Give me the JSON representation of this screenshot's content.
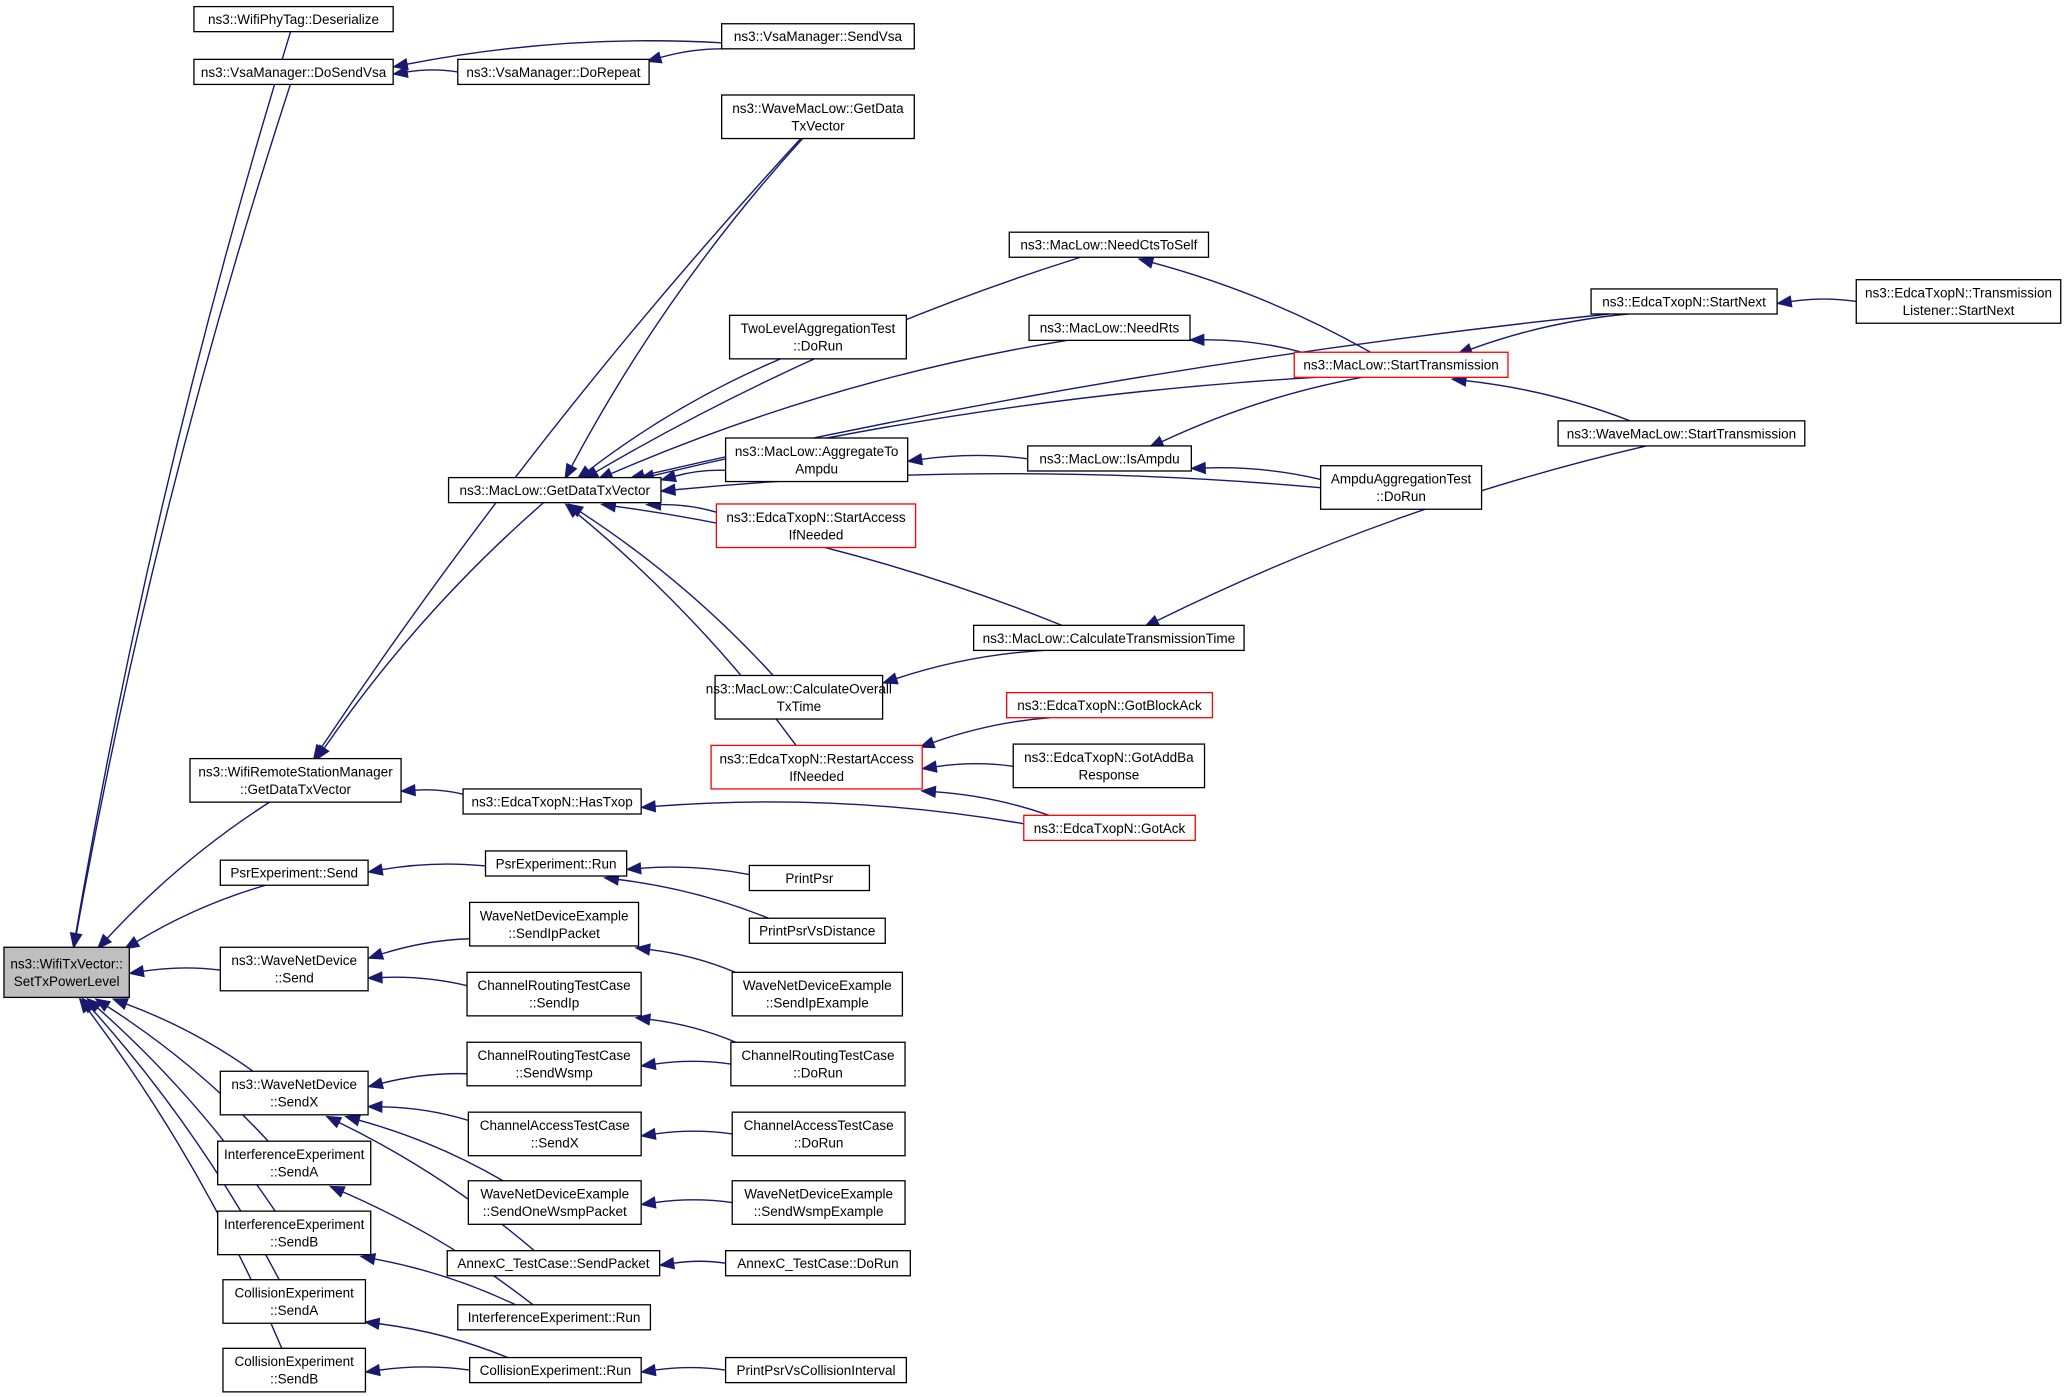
{
  "diagram": {
    "colors": {
      "edge": "#191970",
      "border": "#000000",
      "highlight_border": "#ff0000",
      "root_fill": "#bfbfbf"
    },
    "nodes": [
      {
        "id": "root",
        "lines": [
          "ns3::WifiTxVector::",
          "SetTxPowerLevel"
        ],
        "style": "root"
      },
      {
        "id": "phytag",
        "lines": [
          "ns3::WifiPhyTag::Deserialize"
        ],
        "style": "normal"
      },
      {
        "id": "dosendvsa",
        "lines": [
          "ns3::VsaManager::DoSendVsa"
        ],
        "style": "normal"
      },
      {
        "id": "sendvsa",
        "lines": [
          "ns3::VsaManager::SendVsa"
        ],
        "style": "normal"
      },
      {
        "id": "dorepeat",
        "lines": [
          "ns3::VsaManager::DoRepeat"
        ],
        "style": "normal"
      },
      {
        "id": "wavegetdata",
        "lines": [
          "ns3::WaveMacLow::GetData",
          "TxVector"
        ],
        "style": "normal"
      },
      {
        "id": "needcts",
        "lines": [
          "ns3::MacLow::NeedCtsToSelf"
        ],
        "style": "normal"
      },
      {
        "id": "startnext",
        "lines": [
          "ns3::EdcaTxopN::StartNext"
        ],
        "style": "normal"
      },
      {
        "id": "translistener",
        "lines": [
          "ns3::EdcaTxopN::Transmission",
          "Listener::StartNext"
        ],
        "style": "normal"
      },
      {
        "id": "needrts",
        "lines": [
          "ns3::MacLow::NeedRts"
        ],
        "style": "normal"
      },
      {
        "id": "twolevel",
        "lines": [
          "TwoLevelAggregationTest",
          "::DoRun"
        ],
        "style": "normal"
      },
      {
        "id": "starttrans",
        "lines": [
          "ns3::MacLow::StartTransmission"
        ],
        "style": "red"
      },
      {
        "id": "wavestarttrans",
        "lines": [
          "ns3::WaveMacLow::StartTransmission"
        ],
        "style": "normal"
      },
      {
        "id": "aggregateto",
        "lines": [
          "ns3::MacLow::AggregateTo",
          "Ampdu"
        ],
        "style": "normal"
      },
      {
        "id": "isampdu",
        "lines": [
          "ns3::MacLow::IsAmpdu"
        ],
        "style": "normal"
      },
      {
        "id": "getdatatx",
        "lines": [
          "ns3::MacLow::GetDataTxVector"
        ],
        "style": "normal"
      },
      {
        "id": "ampdutest",
        "lines": [
          "AmpduAggregationTest",
          "::DoRun"
        ],
        "style": "normal"
      },
      {
        "id": "startaccess",
        "lines": [
          "ns3::EdcaTxopN::StartAccess",
          "IfNeeded"
        ],
        "style": "red"
      },
      {
        "id": "calctranstime",
        "lines": [
          "ns3::MacLow::CalculateTransmissionTime"
        ],
        "style": "normal"
      },
      {
        "id": "calcoverall",
        "lines": [
          "ns3::MacLow::CalculateOverall",
          "TxTime"
        ],
        "style": "normal"
      },
      {
        "id": "gotblockack",
        "lines": [
          "ns3::EdcaTxopN::GotBlockAck"
        ],
        "style": "red"
      },
      {
        "id": "wrsm",
        "lines": [
          "ns3::WifiRemoteStationManager",
          "::GetDataTxVector"
        ],
        "style": "normal"
      },
      {
        "id": "restartaccess",
        "lines": [
          "ns3::EdcaTxopN::RestartAccess",
          "IfNeeded"
        ],
        "style": "red"
      },
      {
        "id": "gotaddba",
        "lines": [
          "ns3::EdcaTxopN::GotAddBa",
          "Response"
        ],
        "style": "normal"
      },
      {
        "id": "hastxop",
        "lines": [
          "ns3::EdcaTxopN::HasTxop"
        ],
        "style": "normal"
      },
      {
        "id": "gotack",
        "lines": [
          "ns3::EdcaTxopN::GotAck"
        ],
        "style": "red"
      },
      {
        "id": "psrsend",
        "lines": [
          "PsrExperiment::Send"
        ],
        "style": "normal"
      },
      {
        "id": "psrrun",
        "lines": [
          "PsrExperiment::Run"
        ],
        "style": "normal"
      },
      {
        "id": "printpsr",
        "lines": [
          "PrintPsr"
        ],
        "style": "normal"
      },
      {
        "id": "wndsendip",
        "lines": [
          "WaveNetDeviceExample",
          "::SendIpPacket"
        ],
        "style": "normal"
      },
      {
        "id": "printpsrdist",
        "lines": [
          "PrintPsrVsDistance"
        ],
        "style": "normal"
      },
      {
        "id": "wndsend",
        "lines": [
          "ns3::WaveNetDevice",
          "::Send"
        ],
        "style": "normal"
      },
      {
        "id": "wndsendipex",
        "lines": [
          "WaveNetDeviceExample",
          "::SendIpExample"
        ],
        "style": "normal"
      },
      {
        "id": "crtsendip",
        "lines": [
          "ChannelRoutingTestCase",
          "::SendIp"
        ],
        "style": "normal"
      },
      {
        "id": "crtsendwsmp",
        "lines": [
          "ChannelRoutingTestCase",
          "::SendWsmp"
        ],
        "style": "normal"
      },
      {
        "id": "crtdorun",
        "lines": [
          "ChannelRoutingTestCase",
          "::DoRun"
        ],
        "style": "normal"
      },
      {
        "id": "wndsendx",
        "lines": [
          "ns3::WaveNetDevice",
          "::SendX"
        ],
        "style": "normal"
      },
      {
        "id": "catsendx",
        "lines": [
          "ChannelAccessTestCase",
          "::SendX"
        ],
        "style": "normal"
      },
      {
        "id": "catdorun",
        "lines": [
          "ChannelAccessTestCase",
          "::DoRun"
        ],
        "style": "normal"
      },
      {
        "id": "iesenda",
        "lines": [
          "InterferenceExperiment",
          "::SendA"
        ],
        "style": "normal"
      },
      {
        "id": "wndsendone",
        "lines": [
          "WaveNetDeviceExample",
          "::SendOneWsmpPacket"
        ],
        "style": "normal"
      },
      {
        "id": "wndsendwsmpex",
        "lines": [
          "WaveNetDeviceExample",
          "::SendWsmpExample"
        ],
        "style": "normal"
      },
      {
        "id": "iesendb",
        "lines": [
          "InterferenceExperiment",
          "::SendB"
        ],
        "style": "normal"
      },
      {
        "id": "annexsend",
        "lines": [
          "AnnexC_TestCase::SendPacket"
        ],
        "style": "normal"
      },
      {
        "id": "annexrun",
        "lines": [
          "AnnexC_TestCase::DoRun"
        ],
        "style": "normal"
      },
      {
        "id": "ierun",
        "lines": [
          "InterferenceExperiment::Run"
        ],
        "style": "normal"
      },
      {
        "id": "cesenda",
        "lines": [
          "CollisionExperiment",
          "::SendA"
        ],
        "style": "normal"
      },
      {
        "id": "cesendb",
        "lines": [
          "CollisionExperiment",
          "::SendB"
        ],
        "style": "normal"
      },
      {
        "id": "cerun",
        "lines": [
          "CollisionExperiment::Run"
        ],
        "style": "normal"
      },
      {
        "id": "printpsrcoll",
        "lines": [
          "PrintPsrVsCollisionInterval"
        ],
        "style": "normal"
      }
    ],
    "edges": [
      {
        "from": "phytag",
        "to": "root"
      },
      {
        "from": "dosendvsa",
        "to": "root"
      },
      {
        "from": "sendvsa",
        "to": "dosendvsa"
      },
      {
        "from": "dorepeat",
        "to": "dosendvsa"
      },
      {
        "from": "sendvsa",
        "to": "dorepeat"
      },
      {
        "from": "wrsm",
        "to": "root"
      },
      {
        "from": "wavegetdata",
        "to": "wrsm"
      },
      {
        "from": "getdatatx",
        "to": "wrsm"
      },
      {
        "from": "wavegetdata",
        "to": "getdatatx"
      },
      {
        "from": "startnext",
        "to": "getdatatx"
      },
      {
        "from": "needcts",
        "to": "getdatatx"
      },
      {
        "from": "needrts",
        "to": "getdatatx"
      },
      {
        "from": "twolevel",
        "to": "getdatatx"
      },
      {
        "from": "starttrans",
        "to": "getdatatx"
      },
      {
        "from": "aggregateto",
        "to": "getdatatx"
      },
      {
        "from": "startaccess",
        "to": "getdatatx"
      },
      {
        "from": "ampdutest",
        "to": "getdatatx"
      },
      {
        "from": "calctranstime",
        "to": "getdatatx"
      },
      {
        "from": "calcoverall",
        "to": "getdatatx"
      },
      {
        "from": "restartaccess",
        "to": "getdatatx"
      },
      {
        "from": "starttrans",
        "to": "needcts"
      },
      {
        "from": "starttrans",
        "to": "needrts"
      },
      {
        "from": "startnext",
        "to": "starttrans"
      },
      {
        "from": "wavestarttrans",
        "to": "starttrans"
      },
      {
        "from": "translistener",
        "to": "startnext"
      },
      {
        "from": "isampdu",
        "to": "aggregateto"
      },
      {
        "from": "starttrans",
        "to": "isampdu"
      },
      {
        "from": "ampdutest",
        "to": "isampdu"
      },
      {
        "from": "wavestarttrans",
        "to": "calctranstime"
      },
      {
        "from": "calctranstime",
        "to": "calcoverall"
      },
      {
        "from": "gotblockack",
        "to": "restartaccess"
      },
      {
        "from": "gotaddba",
        "to": "restartaccess"
      },
      {
        "from": "gotack",
        "to": "restartaccess"
      },
      {
        "from": "hastxop",
        "to": "wrsm"
      },
      {
        "from": "gotack",
        "to": "hastxop"
      },
      {
        "from": "psrsend",
        "to": "root"
      },
      {
        "from": "psrrun",
        "to": "psrsend"
      },
      {
        "from": "printpsr",
        "to": "psrrun"
      },
      {
        "from": "printpsrdist",
        "to": "psrrun"
      },
      {
        "from": "wndsend",
        "to": "root"
      },
      {
        "from": "wndsendip",
        "to": "wndsend"
      },
      {
        "from": "crtsendip",
        "to": "wndsend"
      },
      {
        "from": "wndsendipex",
        "to": "wndsendip"
      },
      {
        "from": "crtdorun",
        "to": "crtsendip"
      },
      {
        "from": "wndsendx",
        "to": "root"
      },
      {
        "from": "crtsendwsmp",
        "to": "wndsendx"
      },
      {
        "from": "catsendx",
        "to": "wndsendx"
      },
      {
        "from": "wndsendone",
        "to": "wndsendx"
      },
      {
        "from": "annexsend",
        "to": "wndsendx"
      },
      {
        "from": "crtdorun",
        "to": "crtsendwsmp"
      },
      {
        "from": "catdorun",
        "to": "catsendx"
      },
      {
        "from": "wndsendwsmpex",
        "to": "wndsendone"
      },
      {
        "from": "annexrun",
        "to": "annexsend"
      },
      {
        "from": "iesenda",
        "to": "root"
      },
      {
        "from": "iesendb",
        "to": "root"
      },
      {
        "from": "ierun",
        "to": "iesenda"
      },
      {
        "from": "ierun",
        "to": "iesendb"
      },
      {
        "from": "cesenda",
        "to": "root"
      },
      {
        "from": "cesendb",
        "to": "root"
      },
      {
        "from": "cerun",
        "to": "cesenda"
      },
      {
        "from": "cerun",
        "to": "cesendb"
      },
      {
        "from": "printpsrcoll",
        "to": "cerun"
      }
    ]
  }
}
